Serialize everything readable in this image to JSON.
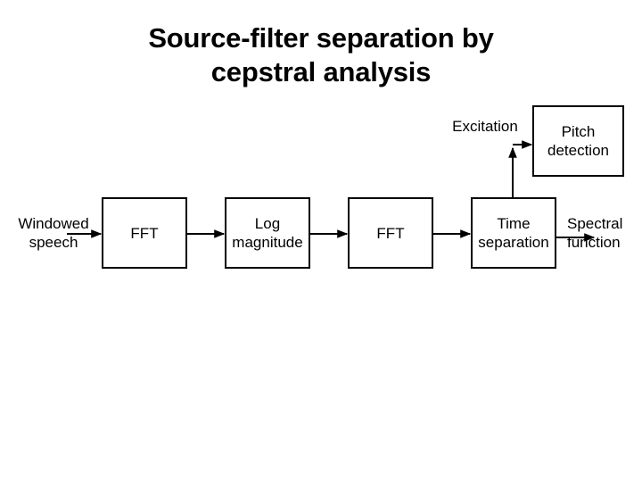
{
  "slide": {
    "title": "Source-filter separation by\ncepstral analysis",
    "background_color": "#ffffff",
    "ink_color": "#000000"
  },
  "diagram": {
    "type": "block-diagram",
    "nodes": [
      {
        "id": "fft1",
        "label": "FFT"
      },
      {
        "id": "log-magnitude",
        "label": "Log\nmagnitude"
      },
      {
        "id": "fft2",
        "label": "FFT"
      },
      {
        "id": "time-separation",
        "label": "Time\nseparation"
      },
      {
        "id": "pitch-detection",
        "label": "Pitch\ndetection"
      }
    ],
    "labels": [
      {
        "id": "input",
        "text": "Windowed\nspeech"
      },
      {
        "id": "excitation",
        "text": "Excitation"
      },
      {
        "id": "output",
        "text": "Spectral\nfunction"
      }
    ],
    "edges": [
      {
        "from": "input",
        "to": "fft1"
      },
      {
        "from": "fft1",
        "to": "log-magnitude"
      },
      {
        "from": "log-magnitude",
        "to": "fft2"
      },
      {
        "from": "fft2",
        "to": "time-separation"
      },
      {
        "from": "time-separation",
        "to": "pitch-detection",
        "label": "Excitation"
      },
      {
        "from": "time-separation",
        "to": "output",
        "label": "Spectral function"
      }
    ]
  }
}
